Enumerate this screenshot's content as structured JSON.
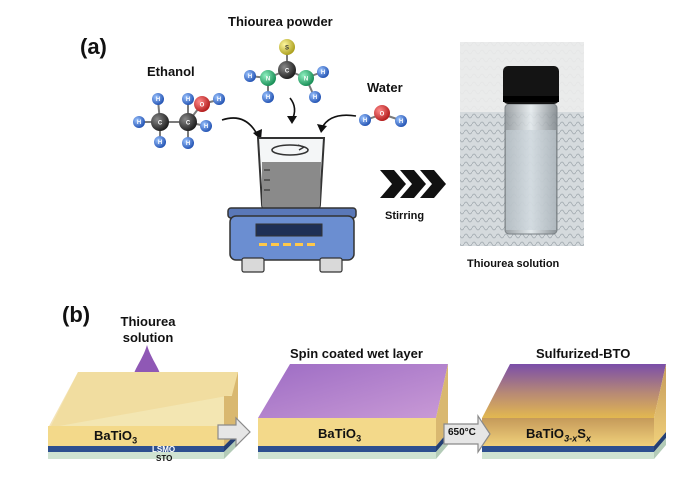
{
  "panel_a": {
    "label": "(a)",
    "ethanol": "Ethanol",
    "thiourea_powder": "Thiourea powder",
    "water": "Water",
    "stirring": "Stirring",
    "thiourea_solution": "Thiourea solution",
    "atoms": {
      "hydrogen": "H",
      "carbon": "C",
      "oxygen": "O",
      "nitrogen": "N",
      "sulfur": "S"
    }
  },
  "panel_b": {
    "label": "(b)",
    "drop_label_line1": "Thiourea",
    "drop_label_line2": "solution",
    "spin_coated": "Spin coated wet layer",
    "sulfurized": "Sulfurized-BTO",
    "step1": {
      "main": "BaTiO",
      "sub": "3",
      "lsmo": "LSMO",
      "sto": "STO"
    },
    "step2": {
      "main": "BaTiO",
      "sub": "3"
    },
    "step3": {
      "main": "BaTiO",
      "sub": "3-x",
      "s": "S",
      "ssub": "x"
    },
    "temperature": "650°C"
  },
  "colors": {
    "carbon": "#2b2b2b",
    "hydrogen": "#2f6fd6",
    "oxygen": "#d42a2a",
    "nitrogen": "#1fae6e",
    "sulfur": "#c9c238",
    "bto": "#f3d98a",
    "lsmo": "#2d4f8f",
    "sto": "#cfe3d2",
    "drop": "#8f58b5",
    "wet": "#b47ecb"
  }
}
